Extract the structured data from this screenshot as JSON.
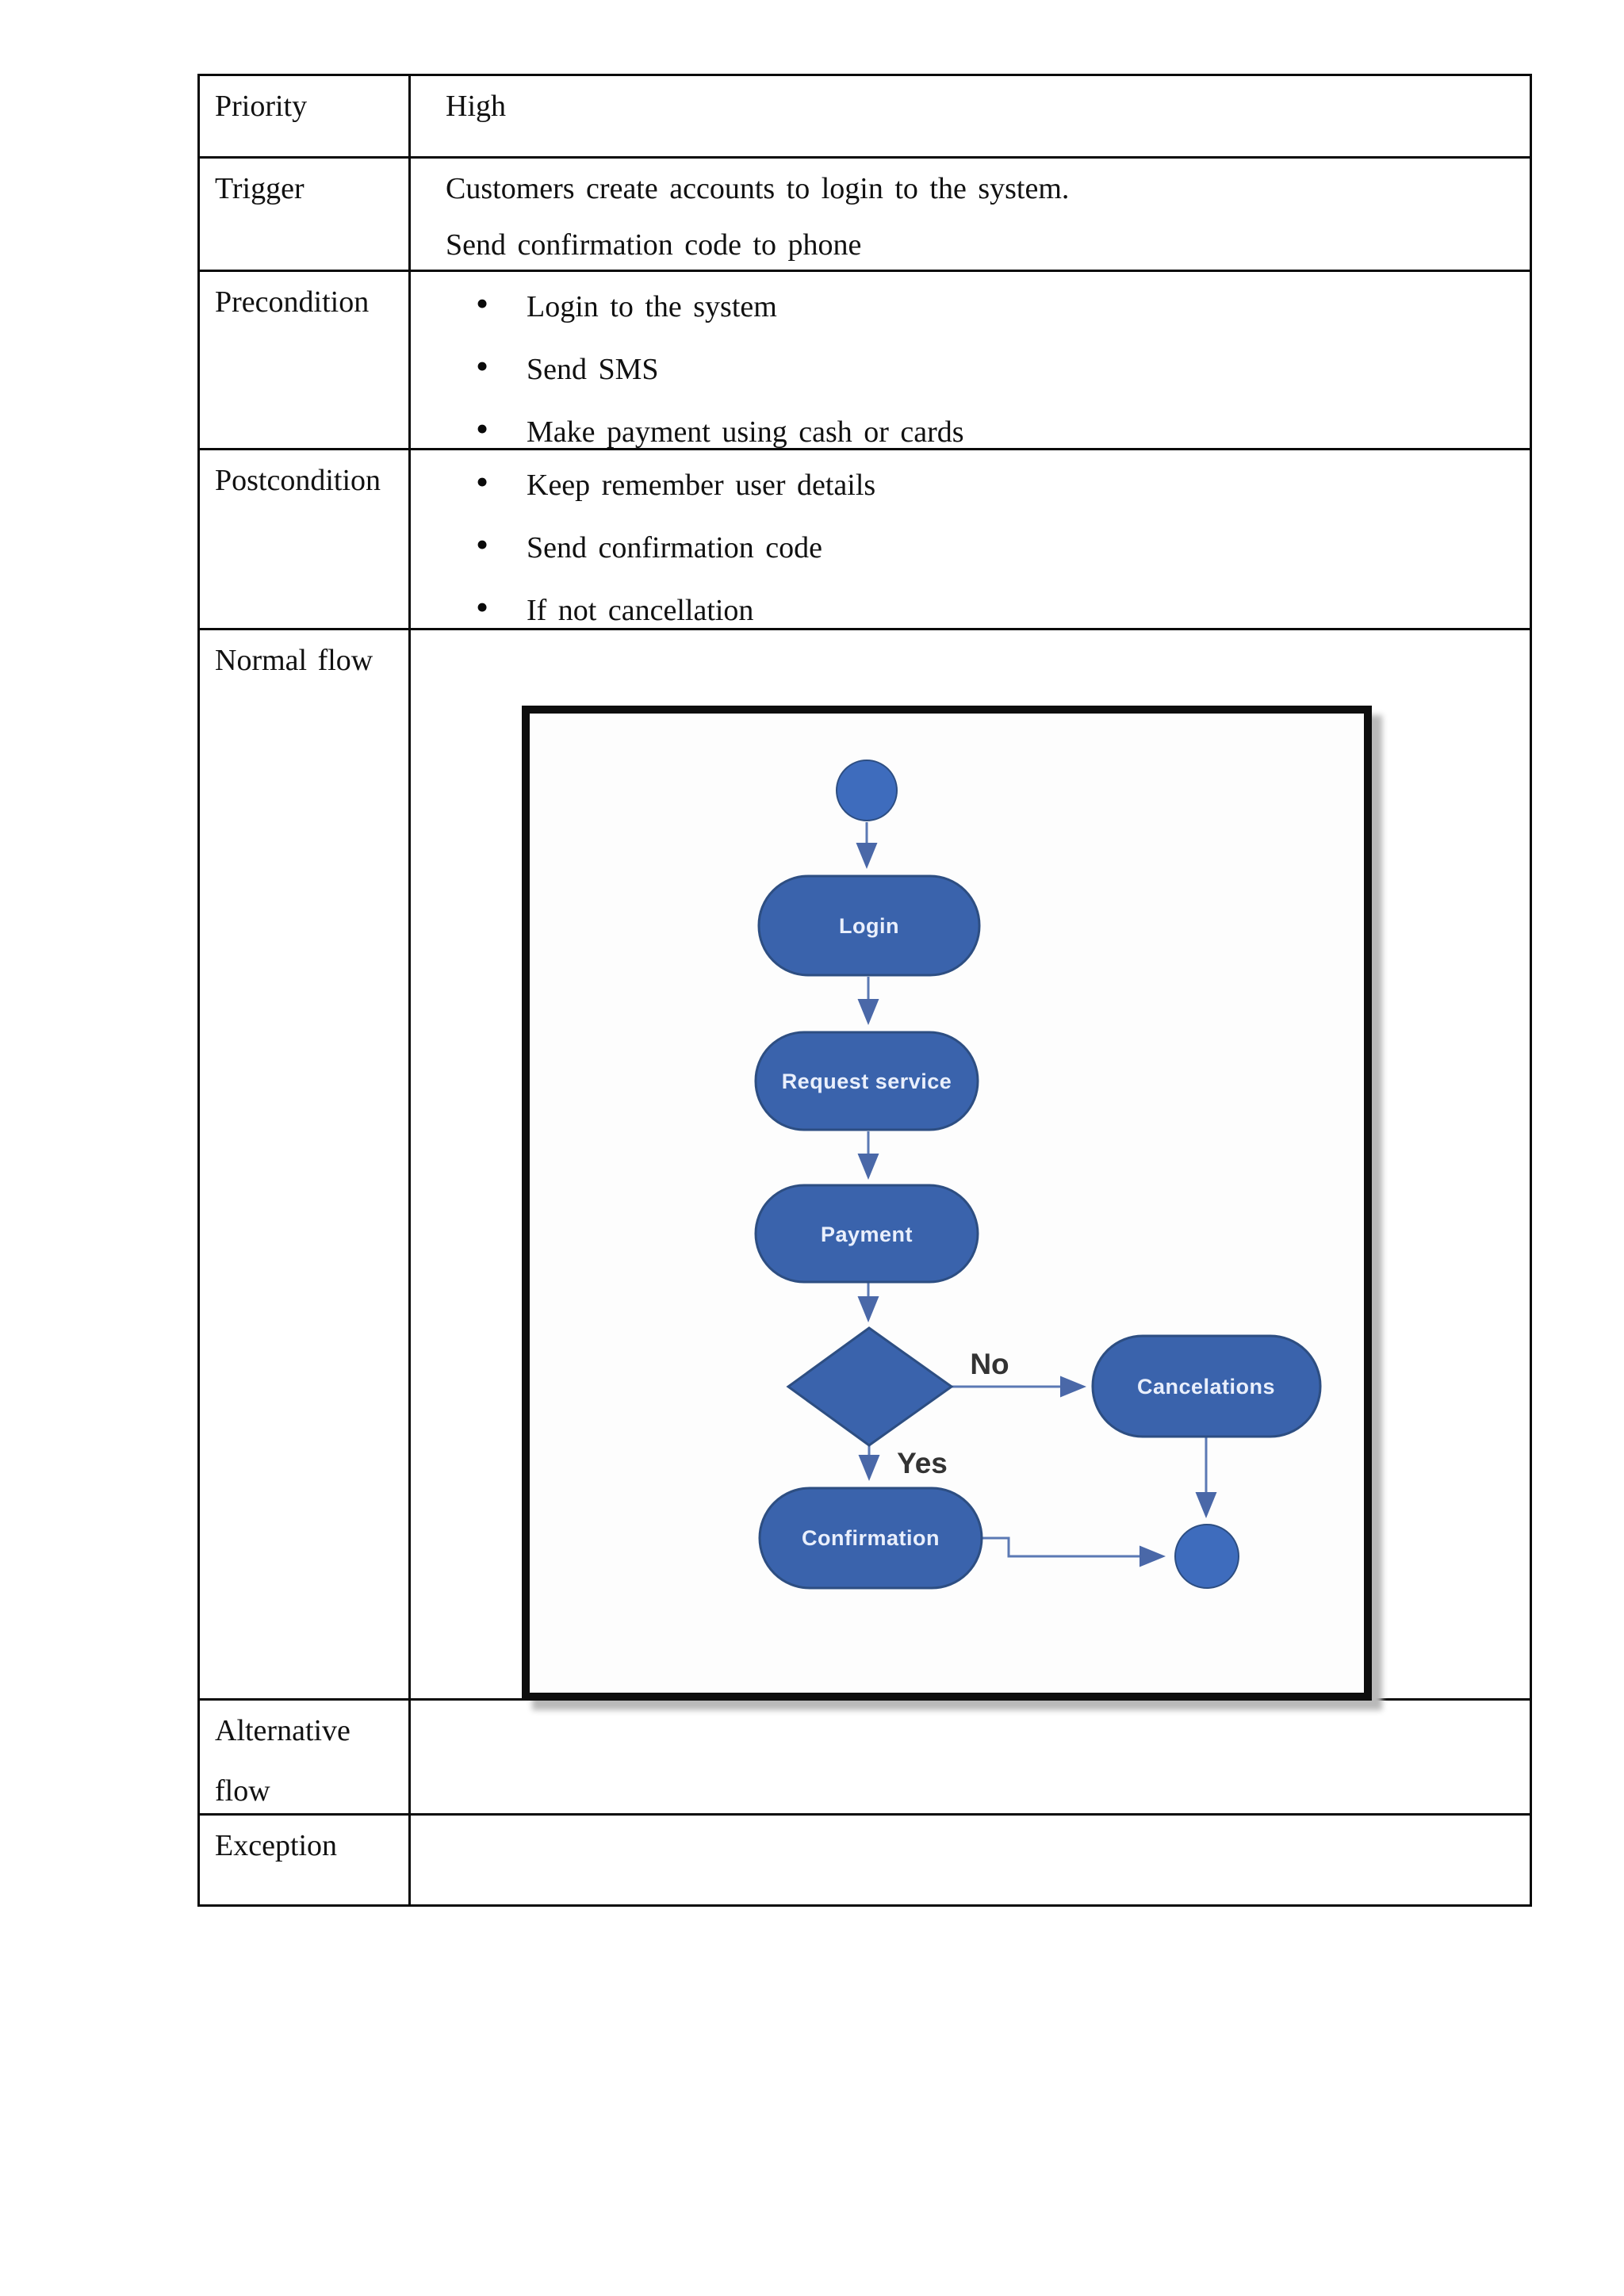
{
  "table": {
    "rows": [
      {
        "label": "Priority",
        "text": "High"
      },
      {
        "label": "Trigger",
        "lines": [
          "Customers create accounts to login to the system.",
          "Send confirmation code to phone"
        ]
      },
      {
        "label": "Precondition",
        "items": [
          "Login to the system",
          "Send SMS",
          "Make payment using cash or cards"
        ]
      },
      {
        "label": "Postcondition",
        "items": [
          "Keep remember user details",
          "Send confirmation code",
          "If not cancellation"
        ]
      },
      {
        "label": "Normal flow"
      },
      {
        "label_lines": [
          "Alternative",
          "flow"
        ]
      },
      {
        "label": "Exception"
      }
    ]
  },
  "diagram": {
    "type": "activity-flowchart",
    "node_labels": {
      "login": "Login",
      "request_service": "Request service",
      "payment": "Payment",
      "cancelations": "Cancelations",
      "confirmation": "Confirmation"
    },
    "edge_labels": {
      "no": "No",
      "yes": "Yes"
    },
    "flow": [
      "start -> Login",
      "Login -> Request service",
      "Request service -> Payment",
      "Payment -> decision",
      "decision -No-> Cancelations",
      "decision -Yes-> Confirmation",
      "Cancelations -> end",
      "Confirmation -> end"
    ],
    "colors": {
      "node_fill": "#3a63ac",
      "node_stroke": "#2d4e82",
      "connector": "#5b79b4",
      "node_text": "#e9effc",
      "edge_label_text": "#333333",
      "frame_border": "#0e0e0e"
    }
  }
}
